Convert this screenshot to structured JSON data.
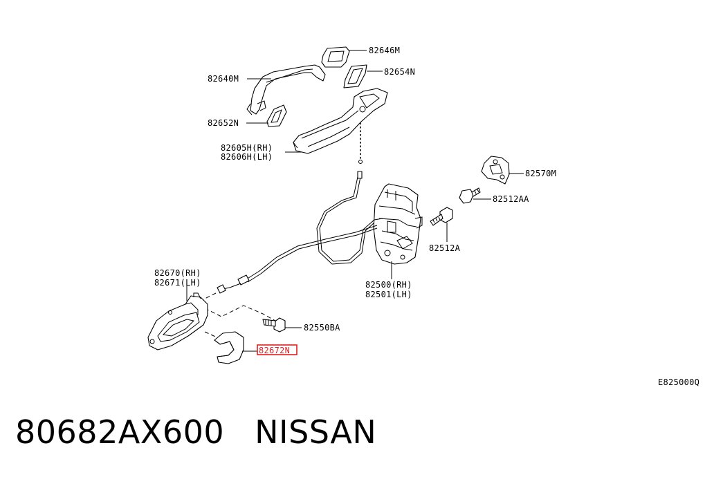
{
  "diagram": {
    "code": "E825000Q",
    "labels": {
      "l82646M": "82646M",
      "l82654N": "82654N",
      "l82640M": "82640M",
      "l82652N": "82652N",
      "l82605H": "82605H(RH)",
      "l82606H": "82606H(LH)",
      "l82570M": "82570M",
      "l82512AA": "82512AA",
      "l82512A": "82512A",
      "l82500": "82500(RH)",
      "l82501": "82501(LH)",
      "l82670": "82670(RH)",
      "l82671": "82671(LH)",
      "l82550BA": "82550BA",
      "l82672N": "82672N"
    },
    "highlight_color": "#e02020"
  },
  "footer": {
    "part_number": "80682AX600",
    "brand": "NISSAN"
  }
}
